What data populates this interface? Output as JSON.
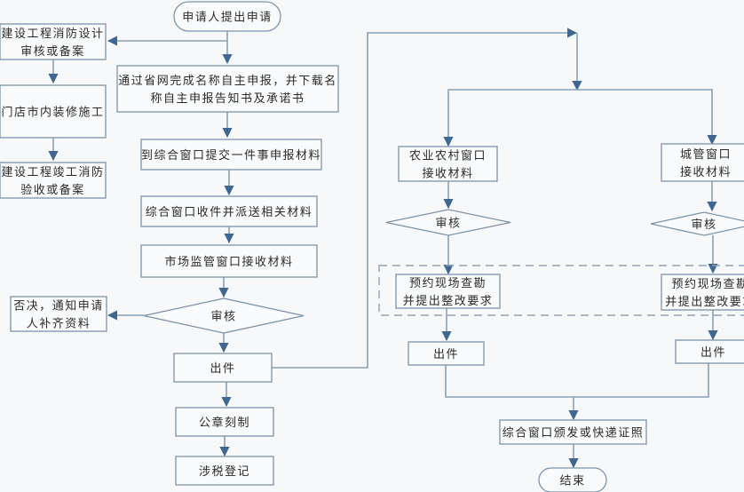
{
  "diagram": {
    "type": "flowchart",
    "colors": {
      "background": "#f7f8f9",
      "border": "#7d93aa",
      "connector": "#8aa0b5",
      "arrowhead": "#3f6791",
      "text": "#2a2a2a"
    },
    "nodes": {
      "start": {
        "shape": "terminator",
        "lines": [
          "申请人提出申请"
        ]
      },
      "fire_design": {
        "shape": "process",
        "lines": [
          "建设工程消防设计",
          "审核或备案"
        ]
      },
      "renovation": {
        "shape": "process",
        "lines": [
          "门店市内装修施工"
        ]
      },
      "fire_acceptance": {
        "shape": "process",
        "lines": [
          "建设工程竣工消防",
          "验收或备案"
        ]
      },
      "name_declaration": {
        "shape": "process",
        "lines": [
          "通过省网完成名称自主申报，并下载名",
          "称自主申报告知书及承诺书"
        ]
      },
      "submit_materials": {
        "shape": "process",
        "lines": [
          "到综合窗口提交一件事申报材料"
        ]
      },
      "dispatch_materials": {
        "shape": "process",
        "lines": [
          "综合窗口收件并派送相关材料"
        ]
      },
      "market_receive": {
        "shape": "process",
        "lines": [
          "市场监管窗口接收材料"
        ]
      },
      "market_review": {
        "shape": "decision",
        "lines": [
          "审核"
        ]
      },
      "reject": {
        "shape": "process",
        "lines": [
          "否决，通知申请",
          "人补齐资料"
        ]
      },
      "market_issue": {
        "shape": "process",
        "lines": [
          "出件"
        ]
      },
      "seal_carving": {
        "shape": "process",
        "lines": [
          "公章刻制"
        ]
      },
      "tax_registration": {
        "shape": "process",
        "lines": [
          "涉税登记"
        ]
      },
      "agri_receive": {
        "shape": "process",
        "lines": [
          "农业农村窗口",
          "接收材料"
        ]
      },
      "agri_review": {
        "shape": "decision",
        "lines": [
          "审核"
        ]
      },
      "agri_inspect": {
        "shape": "process",
        "lines": [
          "预约现场查勘",
          "并提出整改要求"
        ]
      },
      "agri_issue": {
        "shape": "process",
        "lines": [
          "出件"
        ]
      },
      "urban_receive": {
        "shape": "process",
        "lines": [
          "城管窗口",
          "接收材料"
        ]
      },
      "urban_review": {
        "shape": "decision",
        "lines": [
          "审核"
        ]
      },
      "urban_inspect": {
        "shape": "process",
        "lines": [
          "预约现场查勘",
          "并提出整改要求"
        ]
      },
      "urban_issue": {
        "shape": "process",
        "lines": [
          "出件"
        ]
      },
      "certificate": {
        "shape": "process",
        "lines": [
          "综合窗口颁发或快递证照"
        ]
      },
      "end": {
        "shape": "terminator",
        "lines": [
          "结束"
        ]
      }
    },
    "edges": [
      [
        "start",
        "name_declaration"
      ],
      [
        "start",
        "fire_design"
      ],
      [
        "fire_design",
        "renovation"
      ],
      [
        "renovation",
        "fire_acceptance"
      ],
      [
        "name_declaration",
        "submit_materials"
      ],
      [
        "submit_materials",
        "dispatch_materials"
      ],
      [
        "dispatch_materials",
        "market_receive"
      ],
      [
        "market_receive",
        "market_review"
      ],
      [
        "market_review",
        "reject"
      ],
      [
        "market_review",
        "market_issue"
      ],
      [
        "market_issue",
        "seal_carving"
      ],
      [
        "seal_carving",
        "tax_registration"
      ],
      [
        "market_issue",
        "agri_receive"
      ],
      [
        "market_issue",
        "urban_receive"
      ],
      [
        "agri_receive",
        "agri_review"
      ],
      [
        "agri_review",
        "agri_inspect"
      ],
      [
        "agri_inspect",
        "agri_issue"
      ],
      [
        "urban_receive",
        "urban_review"
      ],
      [
        "urban_review",
        "urban_inspect"
      ],
      [
        "urban_inspect",
        "urban_issue"
      ],
      [
        "agri_issue",
        "certificate"
      ],
      [
        "urban_issue",
        "certificate"
      ],
      [
        "certificate",
        "end"
      ]
    ]
  }
}
